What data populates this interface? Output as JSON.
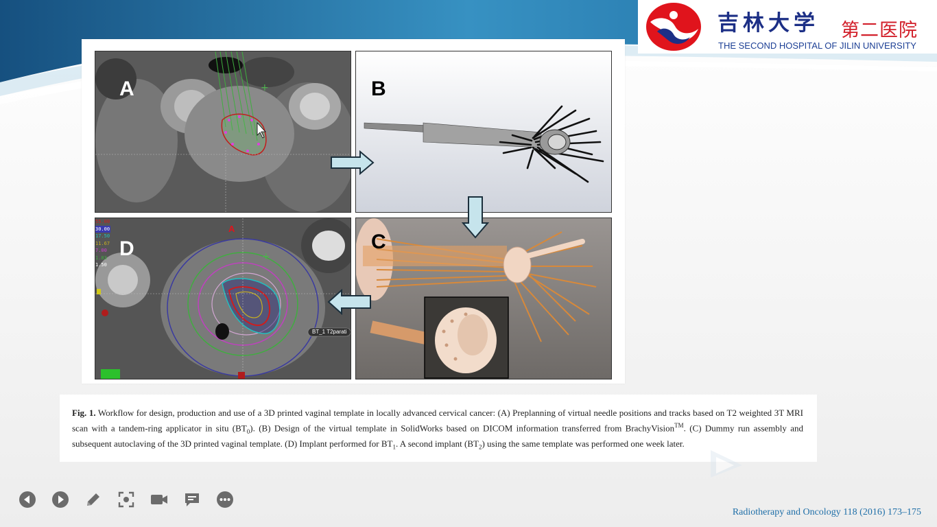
{
  "logo": {
    "name_cn": "吉林大学",
    "name_cn_2": "第二医院",
    "name_en": "THE SECOND HOSPITAL OF JILIN UNIVERSITY",
    "brand_red": "#e0141c",
    "brand_blue": "#1c2f86"
  },
  "figure": {
    "panels": {
      "A": "A",
      "B": "B",
      "C": "C",
      "D": "D"
    },
    "panel_d_label": "BT_1 T2parati",
    "panel_d_legend": [
      "55.00",
      "30.00",
      "17.50",
      "11.67",
      "7.00",
      "1.83",
      "1.50"
    ],
    "panel_d_orientation": "A"
  },
  "caption": {
    "fig_label": "Fig. 1.",
    "seg1": "Workflow for design, production and use of a 3D printed vaginal template in locally advanced cervical cancer: (A) Preplanning of virtual needle positions and tracks based on T2 weighted 3T MRI scan with a tandem-ring applicator in situ (BT",
    "sub1": "0",
    "seg2": "). (B) Design of the virtual template in SolidWorks based on DICOM information transferred from BrachyVision",
    "sup1": "TM",
    "seg3": ". (C) Dummy run assembly and subsequent autoclaving of the 3D printed vaginal template. (D) Implant performed for BT",
    "sub2": "1",
    "seg4": ". A second implant (BT",
    "sub3": "2",
    "seg5": ") using the same template was performed one week later."
  },
  "citation": "Radiotherapy and Oncology 118 (2016) 173–175",
  "toolbar": {
    "icons": [
      "previous-icon",
      "next-icon",
      "pen-icon",
      "focus-icon",
      "camera-icon",
      "comment-icon",
      "more-icon"
    ]
  },
  "colors": {
    "arrow_fill": "#c6e4ec",
    "arrow_stroke": "#1b2f3c",
    "citation": "#1f6fa8",
    "band_blue": "#2f86b6"
  }
}
